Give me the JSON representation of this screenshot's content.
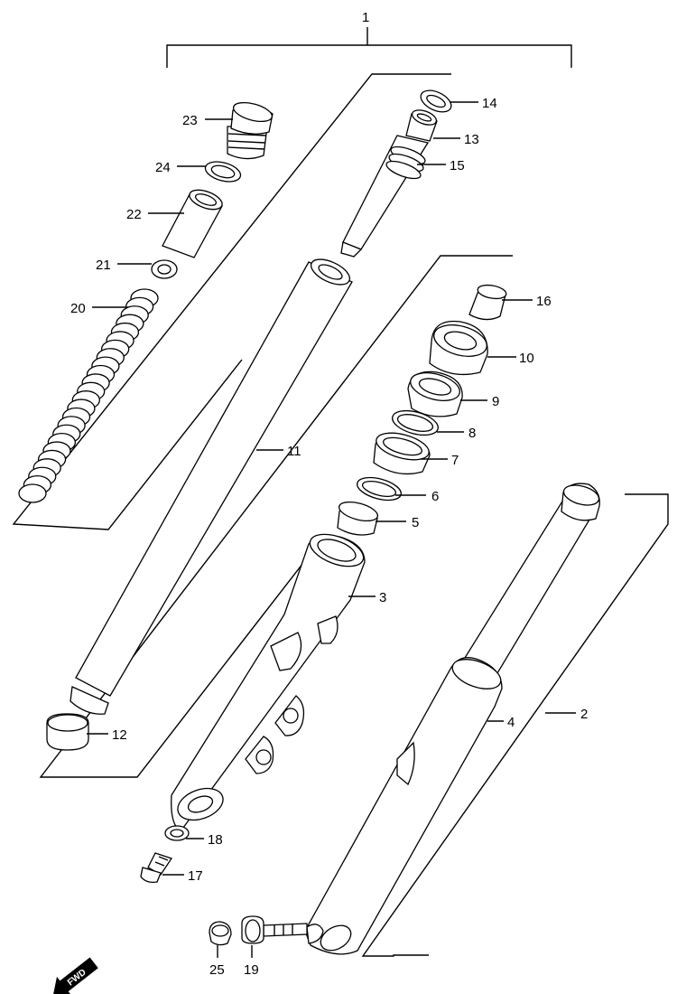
{
  "callouts": [
    {
      "id": "p1",
      "number": "1"
    },
    {
      "id": "p2",
      "number": "2"
    },
    {
      "id": "p3",
      "number": "3"
    },
    {
      "id": "p4",
      "number": "4"
    },
    {
      "id": "p5",
      "number": "5"
    },
    {
      "id": "p6",
      "number": "6"
    },
    {
      "id": "p7",
      "number": "7"
    },
    {
      "id": "p8",
      "number": "8"
    },
    {
      "id": "p9",
      "number": "9"
    },
    {
      "id": "p10",
      "number": "10"
    },
    {
      "id": "p11",
      "number": "11"
    },
    {
      "id": "p12",
      "number": "12"
    },
    {
      "id": "p13",
      "number": "13"
    },
    {
      "id": "p14",
      "number": "14"
    },
    {
      "id": "p15",
      "number": "15"
    },
    {
      "id": "p16",
      "number": "16"
    },
    {
      "id": "p17",
      "number": "17"
    },
    {
      "id": "p18",
      "number": "18"
    },
    {
      "id": "p19",
      "number": "19"
    },
    {
      "id": "p20",
      "number": "20"
    },
    {
      "id": "p21",
      "number": "21"
    },
    {
      "id": "p22",
      "number": "22"
    },
    {
      "id": "p23",
      "number": "23"
    },
    {
      "id": "p24",
      "number": "24"
    },
    {
      "id": "p25",
      "number": "25"
    }
  ],
  "direction_badge": {
    "label": "FWD",
    "icon": "forward-arrow-icon"
  }
}
